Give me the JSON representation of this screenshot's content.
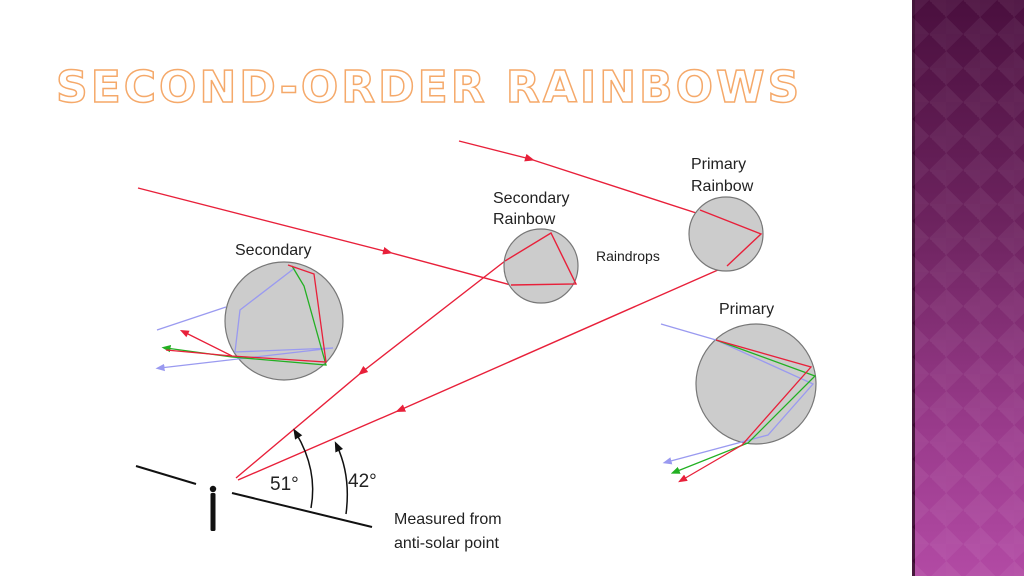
{
  "slide": {
    "title": "SECOND-ORDER RAINBOWS"
  },
  "diagram": {
    "labels": {
      "secondary": "Secondary",
      "secondary_rainbow_line1": "Secondary",
      "secondary_rainbow_line2": "Rainbow",
      "raindrops": "Raindrops",
      "primary_rainbow_line1": "Primary",
      "primary_rainbow_line2": "Rainbow",
      "primary": "Primary",
      "angle_secondary": "51°",
      "angle_primary": "42°",
      "measured_line1": "Measured from",
      "measured_line2": "anti-solar point"
    },
    "colors": {
      "red_ray": "#e8203a",
      "green_ray": "#22b022",
      "violet_ray": "#9a9af0",
      "drop_fill": "#cccccc",
      "drop_stroke": "#777777",
      "title_outline": "#f5a96a",
      "side_band": "#7a2a6c"
    }
  }
}
